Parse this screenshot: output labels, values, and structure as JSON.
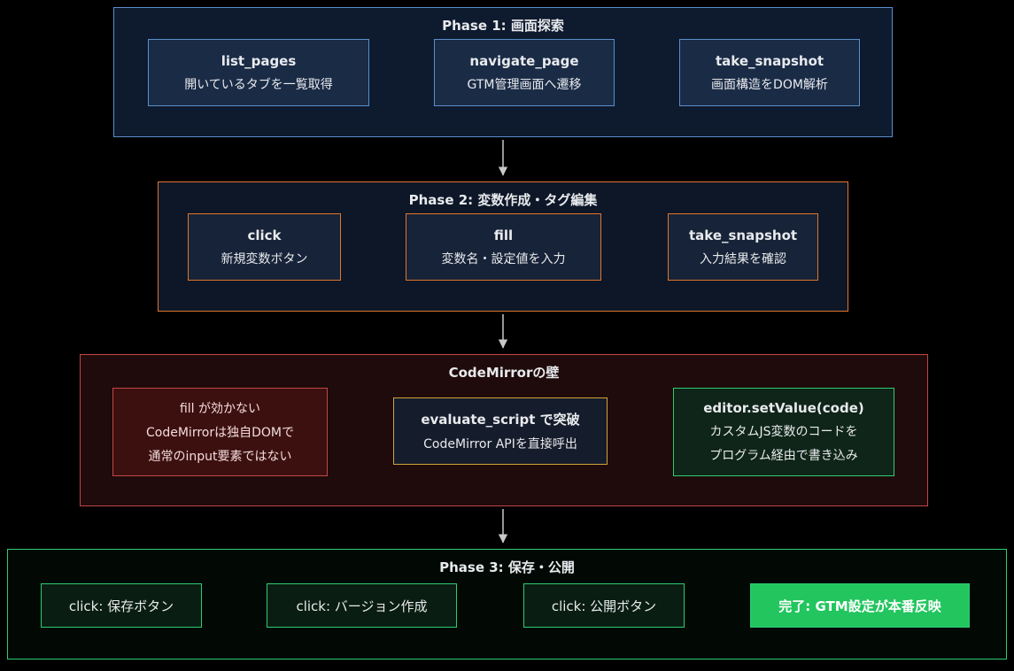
{
  "colors": {
    "canvas-bg": "#000000",
    "text": "#e8eaed",
    "arrow": "#c9c9c9",
    "blue": "#5b8ecb",
    "panel1-bg": "#0e1a2e",
    "node1-bg": "#1a2b46",
    "orange": "#e0762e",
    "panel2-bg": "#0d1727",
    "node2-bg": "#172338",
    "red": "#c24545",
    "panelcm-bg": "#1f0b0b",
    "problem-bg": "#3d1010",
    "problem-text": "#f3dcdc",
    "gold": "#cfa43b",
    "neutral-bg": "#151c2b",
    "green": "#2ecc71",
    "result-bg": "#0f2519",
    "panel3-bg": "#020905",
    "node3-bg": "#0a1d12",
    "green-fill": "#22c55e"
  },
  "phase1": {
    "title": "Phase 1: 画面探索",
    "boxes": [
      {
        "title": "list_pages",
        "desc": "開いているタブを一覧取得"
      },
      {
        "title": "navigate_page",
        "desc": "GTM管理画面へ遷移"
      },
      {
        "title": "take_snapshot",
        "desc": "画面構造をDOM解析"
      }
    ]
  },
  "phase2": {
    "title": "Phase 2: 変数作成・タグ編集",
    "boxes": [
      {
        "title": "click",
        "desc": "新規変数ボタン"
      },
      {
        "title": "fill",
        "desc": "変数名・設定値を入力"
      },
      {
        "title": "take_snapshot",
        "desc": "入力結果を確認"
      }
    ]
  },
  "codemirror": {
    "title": "CodeMirrorの壁",
    "problem": {
      "line1": "fill が効かない",
      "line2": "CodeMirrorは独自DOMで",
      "line3": "通常のinput要素ではない"
    },
    "solution": {
      "line1": "evaluate_script で突破",
      "line2": "CodeMirror APIを直接呼出"
    },
    "result": {
      "line1": "editor.setValue(code)",
      "line2": "カスタムJS変数のコードを",
      "line3": "プログラム経由で書き込み"
    }
  },
  "phase3": {
    "title": "Phase 3: 保存・公開",
    "boxes": [
      {
        "label": "click: 保存ボタン"
      },
      {
        "label": "click: バージョン作成"
      },
      {
        "label": "click: 公開ボタン"
      },
      {
        "label": "完了: GTM設定が本番反映"
      }
    ]
  }
}
